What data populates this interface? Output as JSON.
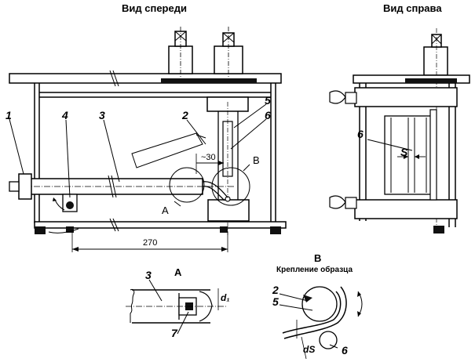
{
  "views": {
    "front_title": "Вид спереди",
    "right_title": "Вид справа",
    "detail_a_title": "А",
    "detail_b_title": "В",
    "detail_b_subtitle": "Крепление образца"
  },
  "front_view": {
    "labels": {
      "n1": "1",
      "n2": "2",
      "n3": "3",
      "n4": "4",
      "n5": "5",
      "n6": "6",
      "A": "А",
      "B": "В"
    },
    "dims": {
      "gap": "~30",
      "length": "270"
    }
  },
  "right_view": {
    "labels": {
      "n6": "6",
      "s": "S"
    }
  },
  "detail_a": {
    "labels": {
      "n3": "3",
      "n7": "7",
      "d1": "d₁"
    }
  },
  "detail_b": {
    "labels": {
      "n2": "2",
      "n5": "5",
      "n6": "6",
      "ds": "dS"
    }
  }
}
